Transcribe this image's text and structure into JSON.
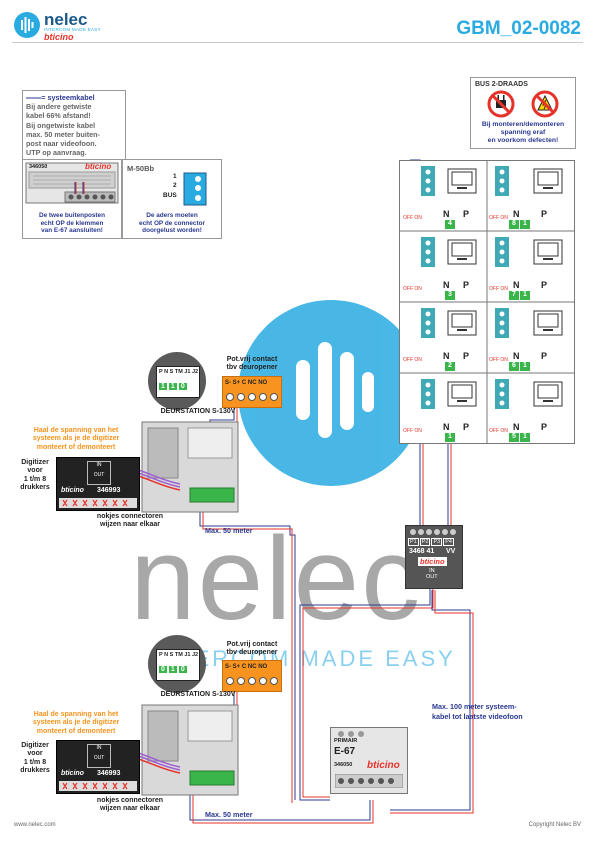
{
  "header": {
    "brand_name": "nelec",
    "brand_tagline": "INTERCOM MADE EASY",
    "brand_partner": "bticino",
    "doc_code": "GBM_02-0082"
  },
  "system_note": {
    "lines": [
      "═══= systeemkabel",
      "Bij andere getwiste",
      "kabel 66% afstand!",
      "Bij ongetwiste kabel",
      "max. 50 meter buiten-",
      "post naar videofoon.",
      "UTP op aanvraag."
    ]
  },
  "left_detail": {
    "module_code": "346050",
    "brand": "bticino",
    "caption": [
      "De twee buitenposten",
      "echt OP de klemmen",
      "van E-67 aansluiten!"
    ]
  },
  "right_detail": {
    "title": "M-50Bb",
    "terminals": [
      "1",
      "2",
      "BUS"
    ],
    "caption": [
      "De aders moeten",
      "echt OP de connector",
      "doorgelust worden!"
    ]
  },
  "warning": {
    "title": "BUS 2-DRAADS",
    "lines": [
      "Bij monteren/demonteren",
      "spanning eraf",
      "en voorkom defecten!"
    ]
  },
  "videophones": {
    "switch_label": "OFF ON",
    "n_label": "N",
    "p_label": "P",
    "left_column": [
      [
        "4"
      ],
      [
        "3"
      ],
      [
        "2"
      ],
      [
        "1"
      ]
    ],
    "right_column": [
      [
        "8",
        "1"
      ],
      [
        "7",
        "1"
      ],
      [
        "6",
        "1"
      ],
      [
        "5",
        "1"
      ]
    ]
  },
  "stations": [
    {
      "relay_title": [
        "Pot.vrij contact",
        "tbv deuropener"
      ],
      "relay_terms": [
        "S-",
        "S+",
        "C",
        "NC",
        "NO"
      ],
      "zoom_labels": [
        "P",
        "N",
        "S",
        "TM",
        "J1",
        "J2"
      ],
      "zoom_values": [
        "1",
        "1",
        "0"
      ],
      "name": "DEURSTATION S-130V",
      "voltage_note": [
        "Haal de spanning van het",
        "systeem als je de digitizer",
        "monteert of demonteert"
      ],
      "digitizer_label": [
        "Digitizer",
        "voor",
        "1 t/m 8",
        "drukkers"
      ],
      "digitizer_code": "346993",
      "digitizer_brand": "bticino",
      "digitizer_in": "IN",
      "digitizer_out": "OUT",
      "connector_note": [
        "nokjes connectoren",
        "wijzen naar elkaar"
      ],
      "distance": "Max. 50 meter"
    },
    {
      "relay_title": [
        "Pot.vrij contact",
        "tbv deuropener"
      ],
      "relay_terms": [
        "S-",
        "S+",
        "C",
        "NC",
        "NO"
      ],
      "zoom_labels": [
        "P",
        "N",
        "S",
        "TM",
        "J1",
        "J2"
      ],
      "zoom_values": [
        "0",
        "1",
        "0"
      ],
      "name": "DEURSTATION S-130V",
      "voltage_note": [
        "Haal de spanning van het",
        "systeem als je de digitizer",
        "monteert of demonteert"
      ],
      "digitizer_label": [
        "Digitizer",
        "voor",
        "1 t/m 8",
        "drukkers"
      ],
      "digitizer_code": "346993",
      "digitizer_brand": "bticino",
      "digitizer_in": "IN",
      "digitizer_out": "OUT",
      "connector_note": [
        "nokjes connectoren",
        "wijzen naar elkaar"
      ],
      "distance": "Max. 50 meter"
    }
  ],
  "distributor": {
    "ports": [
      "P1",
      "P2",
      "P3",
      "P4"
    ],
    "code": "3468 41",
    "suffix": "VV",
    "brand": "bticino",
    "in_label": "IN",
    "out_label": "OUT"
  },
  "power_supply": {
    "label_top": "PRIMAIR",
    "model": "E-67",
    "code": "346050",
    "brand": "bticino"
  },
  "distance_100m": [
    "Max. 100 meter systeem-",
    "kabel tot laatste videofoon"
  ],
  "watermark": {
    "word": "nelec",
    "tagline": "INTERCOM MADE EASY"
  },
  "footer": {
    "website": "www.nelec.com",
    "copyright": "Copyright Nelec BV"
  },
  "colors": {
    "accent_blue": "#29abe2",
    "navy": "#2b3990",
    "warning_red": "#e6332a",
    "relay_orange": "#f7931e",
    "terminal_green": "#39b54a",
    "terminal_teal": "#3fa9b5"
  }
}
